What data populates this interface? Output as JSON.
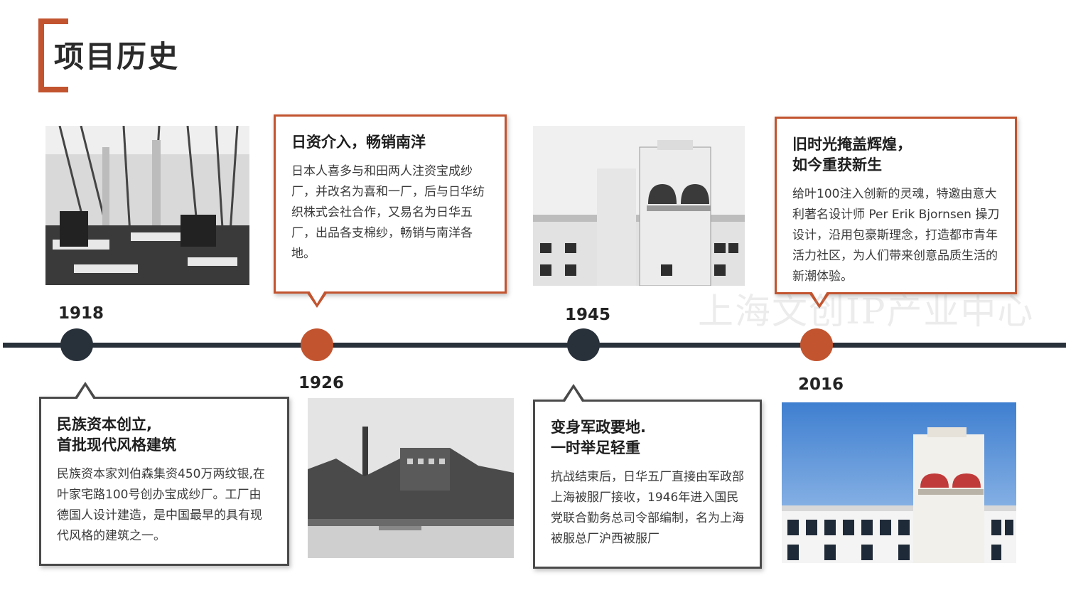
{
  "header": {
    "title": "项目历史"
  },
  "timeline": [
    {
      "year": "1918",
      "title_lines": [
        "民族资本创立,",
        "首批现代风格建筑"
      ],
      "body": "民族资本家刘伯森集资450万两纹银,在叶家宅路100号创办宝成纱厂。工厂由德国人设计建造，是中国最早的具有现代风格的建筑之一。"
    },
    {
      "year": "1926",
      "title_lines": [
        "日资介入，畅销南洋"
      ],
      "body": "日本人喜多与和田两人注资宝成纱厂，并改名为喜和一厂，后与日华纺织株式会社合作，又易名为日华五厂，出品各支棉纱，畅销与南洋各地。"
    },
    {
      "year": "1945",
      "title_lines": [
        "变身军政要地.",
        "一时举足轻重"
      ],
      "body": "抗战结束后，日华五厂直接由军政部上海被服厂接收，1946年进入国民党联合勤务总司令部编制，名为上海被服总厂沪西被服厂"
    },
    {
      "year": "2016",
      "title_lines": [
        "旧时光掩盖辉煌，",
        "如今重获新生"
      ],
      "body": "给叶100注入创新的灵魂，特邀由意大利著名设计师 Per Erik Bjornsen 操刀设计，沿用包豪斯理念，打造都市青年活力社区，为人们带来创意品质生活的新潮体验。"
    }
  ],
  "watermark": "上海文创IP产业中心",
  "colors": {
    "accent": "#c2542f",
    "dark": "#28303a",
    "card_gray_border": "#4a4a4a"
  }
}
